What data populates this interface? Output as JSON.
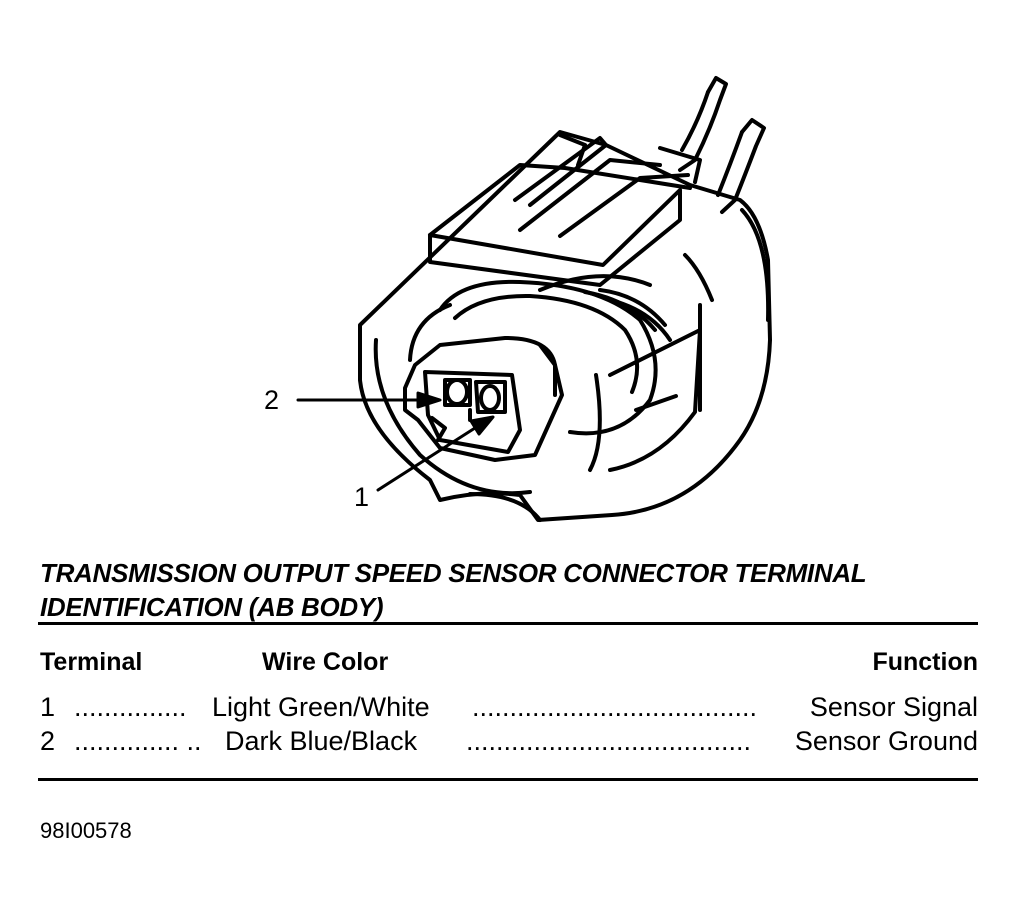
{
  "callouts": {
    "terminal_2": "2",
    "terminal_1": "1"
  },
  "title": {
    "line1": "TRANSMISSION OUTPUT SPEED SENSOR CONNECTOR TERMINAL",
    "line2": "IDENTIFICATION (AB BODY)"
  },
  "table": {
    "headers": {
      "terminal": "Terminal",
      "wire_color": "Wire Color",
      "function": "Function"
    },
    "rows": [
      {
        "terminal": "1",
        "leader1": "...............",
        "wire_color": "Light Green/White",
        "leader2": "......................................",
        "function": "Sensor Signal"
      },
      {
        "terminal": "2",
        "leader1": ".............. ..",
        "wire_color": "Dark Blue/Black",
        "leader2": "......................................",
        "function": "Sensor Ground"
      }
    ]
  },
  "figure_id": "98I00578",
  "icons": [
    "connector-illustration",
    "arrow"
  ],
  "colors": {
    "ink": "#000000",
    "paper": "#ffffff"
  }
}
